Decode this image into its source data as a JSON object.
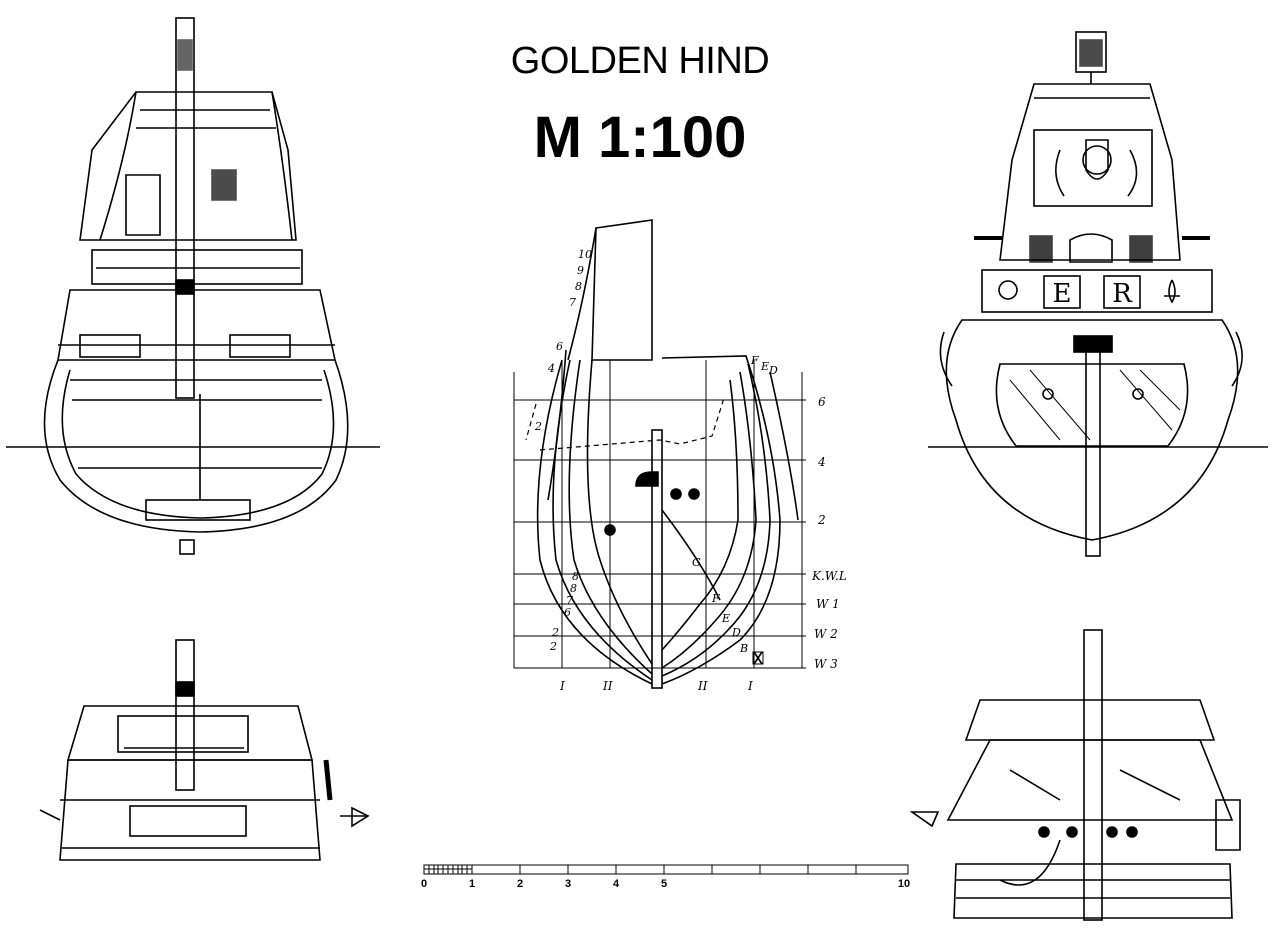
{
  "title": "GOLDEN HIND",
  "scale_title": "M 1:100",
  "stern_letters": [
    "E",
    "R"
  ],
  "frame_numbers_left": [
    "10",
    "9",
    "8",
    "7",
    "6",
    "4",
    "2"
  ],
  "frame_letters_top": [
    "F",
    "E",
    "D"
  ],
  "waterline_labels": [
    "6",
    "4",
    "2",
    "K.W.L",
    "W 1",
    "W 2",
    "W 3"
  ],
  "hull_inner_labels": [
    "2",
    "8",
    "8",
    "7",
    "6",
    "G",
    "F",
    "E",
    "D",
    "B",
    "2"
  ],
  "buttock_labels": [
    "I",
    "II",
    "II",
    "I"
  ],
  "scale_bar_labels": [
    "0",
    "1",
    "2",
    "3",
    "4",
    "5",
    "10"
  ]
}
